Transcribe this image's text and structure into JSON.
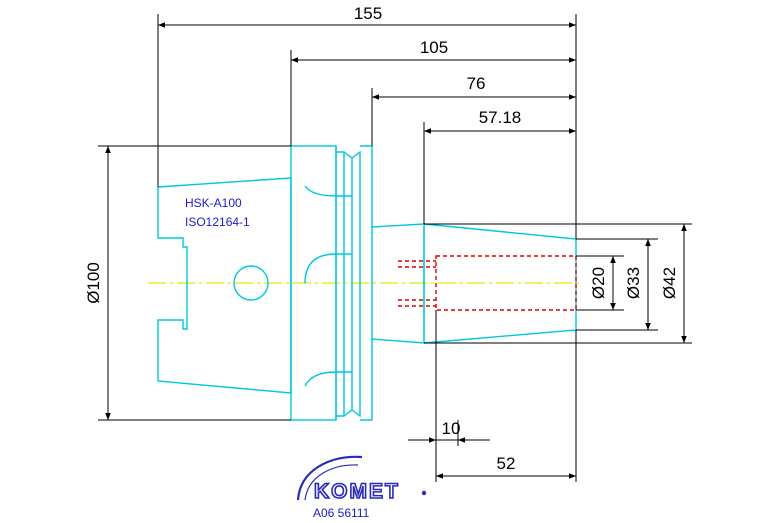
{
  "dimensions": {
    "overall_length": "155",
    "length_105": "105",
    "length_76": "76",
    "length_57": "57.18",
    "diameter_100": "Ø100",
    "diameter_20": "Ø20",
    "diameter_33": "Ø33",
    "diameter_42": "Ø42",
    "depth_10": "10",
    "length_52": "52"
  },
  "spec": {
    "line1": "HSK-A100",
    "line2": "ISO12164-1"
  },
  "logo": {
    "brand": "KOMET",
    "part_number": "A06 56111"
  },
  "colors": {
    "outline": "#00c8dc",
    "centerline": "#e8e800",
    "hidden": "#e00000",
    "dimension": "#000000",
    "brand": "#2a2ab8",
    "spec_text": "#1c1cc8"
  }
}
